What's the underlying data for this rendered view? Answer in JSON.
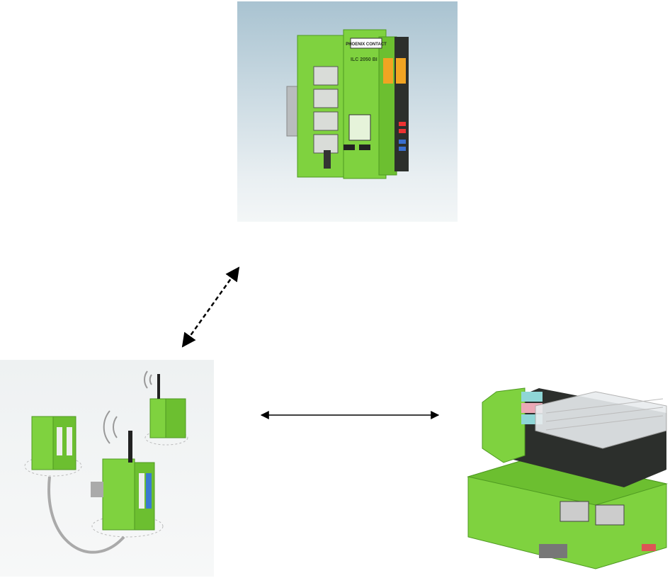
{
  "diagram": {
    "top_device": {
      "brand_logo": "PHOENIX CONTACT",
      "model_label": "ILC 2050 BI"
    },
    "bottom_left_device": {
      "description_icon": "wireless-io-modules"
    },
    "bottom_right_device": {
      "description_icon": "inline-controller-io"
    },
    "connections": [
      {
        "from": "bottom_left_device",
        "to": "top_device",
        "style": "dashed",
        "direction": "bidirectional"
      },
      {
        "from": "bottom_left_device",
        "to": "bottom_right_device",
        "style": "solid",
        "direction": "bidirectional"
      }
    ]
  }
}
